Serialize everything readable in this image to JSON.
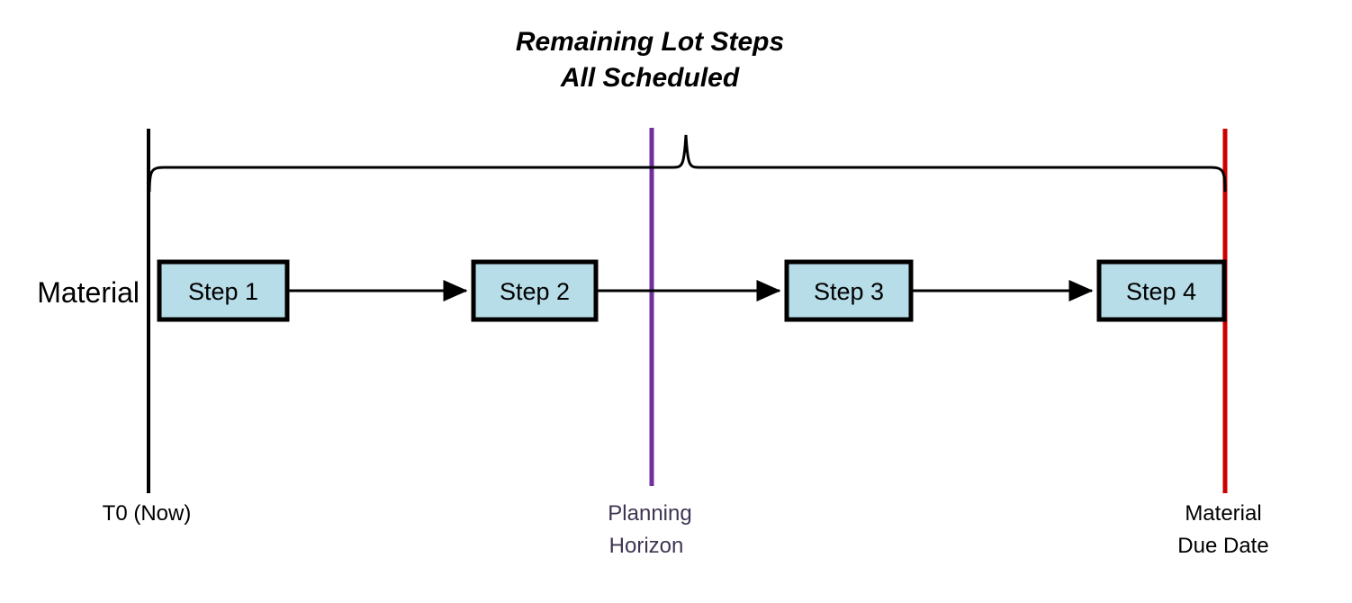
{
  "diagram": {
    "title": {
      "line1": "Remaining Lot Steps",
      "line2": "All Scheduled"
    },
    "row_label": "Material",
    "steps": [
      {
        "label": "Step 1"
      },
      {
        "label": "Step 2"
      },
      {
        "label": "Step 3"
      },
      {
        "label": "Step 4"
      }
    ],
    "markers": [
      {
        "name": "t0-now",
        "label_line1": "T0 (Now)",
        "label_line2": "",
        "color": "#000000"
      },
      {
        "name": "planning-horizon",
        "label_line1": "Planning",
        "label_line2": "Horizon",
        "color": "#7030A0"
      },
      {
        "name": "material-due-date",
        "label_line1": "Material",
        "label_line2": "Due Date",
        "color": "#CC0000"
      }
    ],
    "colors": {
      "step_fill": "#B7DDE8",
      "step_border": "#000000",
      "planning_horizon": "#7030A0",
      "material_due_date": "#CC0000",
      "t0_now": "#000000",
      "planning_label_text": "#3F3552",
      "background": "#FFFFFF"
    }
  }
}
